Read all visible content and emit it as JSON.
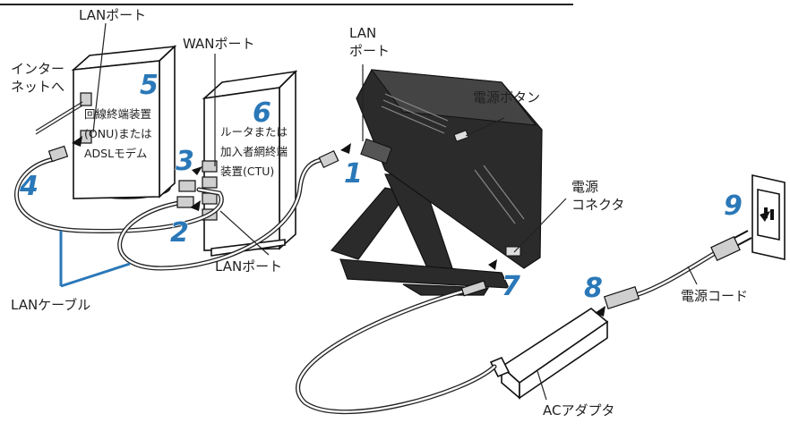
{
  "labels": {
    "lan_port_top": "LANポート",
    "wan_port": "WANポート",
    "internet_line1": "インター",
    "internet_line2": "ネットへ",
    "lan_port_pc_line1": "LAN",
    "lan_port_pc_line2": "ポート",
    "power_button": "電源ボタン",
    "power_connector_line1": "電源",
    "power_connector_line2": "コネクタ",
    "lan_port_bottom": "LANポート",
    "lan_cable": "LANケーブル",
    "power_cord": "電源コード",
    "ac_adapter": "ACアダプタ"
  },
  "devices": {
    "onu": {
      "line1": "回線終端装置",
      "line2": "(ONU)または",
      "line3": "ADSLモデム"
    },
    "router": {
      "line1": "ルータまたは",
      "line2": "加入者網終端",
      "line3": "装置(CTU)"
    }
  },
  "steps": [
    "1",
    "2",
    "3",
    "4",
    "5",
    "6",
    "7",
    "8",
    "9"
  ],
  "colors": {
    "step_number": "#2a78b8",
    "line": "#222222",
    "device_fill": "#ffffff",
    "pc_body": "#2b2b2b"
  }
}
